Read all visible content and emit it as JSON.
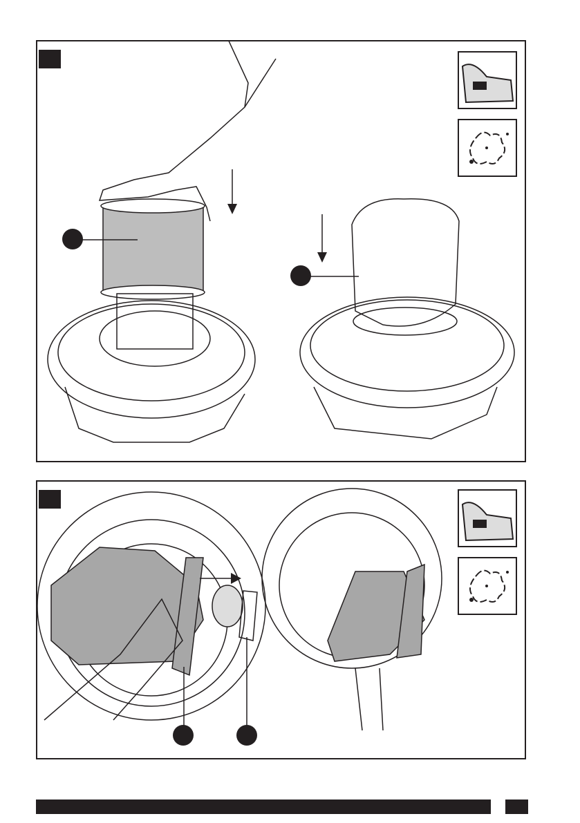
{
  "colors": {
    "ink": "#231f20",
    "filter_fill": "#bdbdbd",
    "bag_fill": "#a7a7a7",
    "paper": "#ffffff"
  },
  "panels": [
    {
      "step_icons": [
        "battery-switch-icon",
        "dust-cloud-icon"
      ],
      "illustrations": [
        "cartridge-filter-install",
        "cloth-filter-bag-install"
      ],
      "callouts": 2
    },
    {
      "step_icons": [
        "battery-switch-icon",
        "dust-cloud-icon"
      ],
      "illustrations": [
        "paper-bag-install",
        "paper-bag-installed-in-drum"
      ],
      "callouts": 2
    }
  ]
}
